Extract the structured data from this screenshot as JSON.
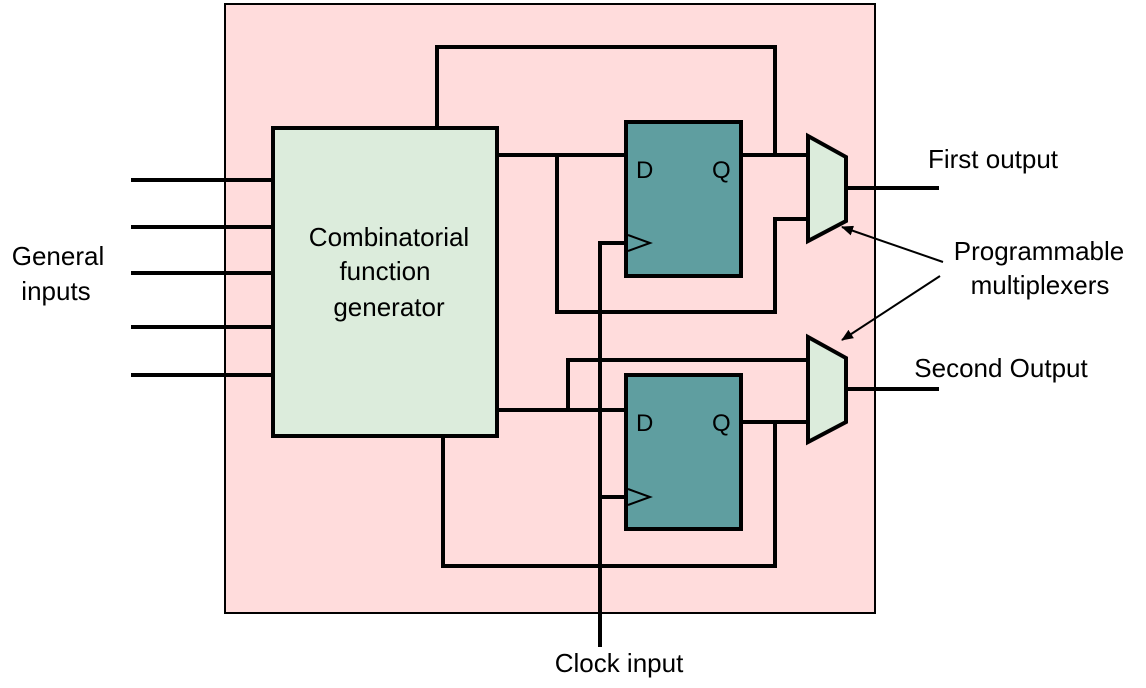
{
  "labels": {
    "general_inputs_line1": "General",
    "general_inputs_line2": "inputs",
    "generator_line1": "Combinatorial",
    "generator_line2": "function",
    "generator_line3": "generator",
    "first_output": "First output",
    "second_output": "Second Output",
    "mux_line1": "Programmable",
    "mux_line2": "multiplexers",
    "clock_input": "Clock input"
  },
  "flipflops": [
    {
      "d_label": "D",
      "q_label": "Q"
    },
    {
      "d_label": "D",
      "q_label": "Q"
    }
  ],
  "colors": {
    "cell_background": "#ffdcdc",
    "generator_fill": "#dcecdc",
    "flipflop_fill": "#5f9ea0",
    "mux_fill": "#dcecdc",
    "wire": "#000000"
  }
}
